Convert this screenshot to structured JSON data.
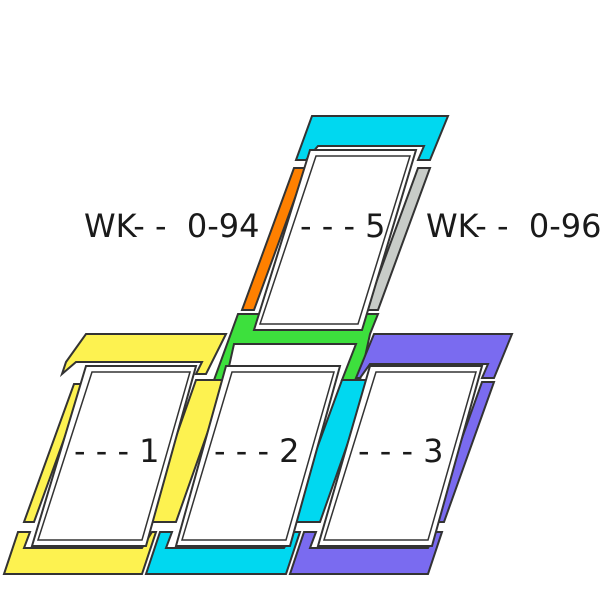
{
  "labels": {
    "left_code": "WK- -  0-94",
    "right_code": "WK- -  0-96",
    "window_1": "- - - 1",
    "window_2": "- - - 2",
    "window_3": "- - - 3",
    "window_5": "- - - 5"
  },
  "colors": {
    "yellow": "#fdf250",
    "cyan": "#00d8f0",
    "green": "#3de03d",
    "orange": "#ff8000",
    "gray": "#c8ccc8",
    "violet": "#7a6bf0"
  }
}
